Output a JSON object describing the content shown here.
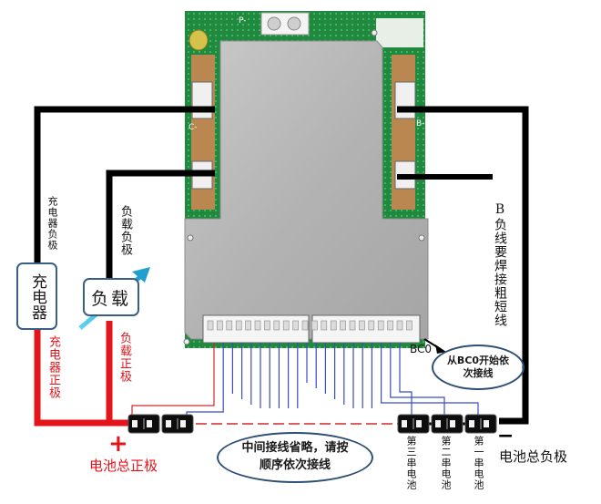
{
  "board": {
    "silk_p_minus": "P-",
    "silk_c_minus": "C-",
    "silk_b_minus": "B-",
    "connector_label": "BC0"
  },
  "labels": {
    "charger_negative": "充电器负极",
    "load_negative": "负载负极",
    "charger_box": "充电器",
    "load_box": "负载",
    "charger_positive": "充电器正极",
    "load_positive": "负载正极",
    "b_negative_note": "B负线要焊接粗短线",
    "start_note": "从BC0开始依次接线",
    "middle_note": "中间接线省略，请按顺序依次接线",
    "plus_sign": "+",
    "minus_sign": "−",
    "battery_total_positive": "电池总正极",
    "battery_total_negative": "电池总负极",
    "cell_3": "第三串电池",
    "cell_2": "第二串电池",
    "cell_1": "第一串电池"
  },
  "colors": {
    "negative_wire": "#000000",
    "positive_wire": "#e4141b",
    "pcb_green": "#1f8a3e",
    "plate": "#b8b8b8",
    "balance_wire_blue": "#3a4cc4",
    "balance_wire_red": "#d12a2a",
    "arrow_cyan": "#2fb6d9"
  }
}
